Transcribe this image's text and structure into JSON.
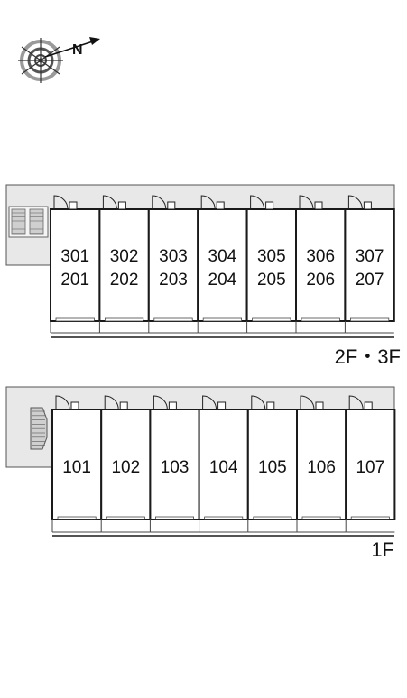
{
  "compass": {
    "icon": "compass-icon",
    "north_letter": "N"
  },
  "upper_block": {
    "floor_label": "2F・3F",
    "units": [
      {
        "upper": "301",
        "lower": "201"
      },
      {
        "upper": "302",
        "lower": "202"
      },
      {
        "upper": "303",
        "lower": "203"
      },
      {
        "upper": "304",
        "lower": "204"
      },
      {
        "upper": "305",
        "lower": "205"
      },
      {
        "upper": "306",
        "lower": "206"
      },
      {
        "upper": "307",
        "lower": "207"
      }
    ]
  },
  "lower_block": {
    "floor_label": "1F",
    "units": [
      {
        "label": "101"
      },
      {
        "label": "102"
      },
      {
        "label": "103"
      },
      {
        "label": "104"
      },
      {
        "label": "105"
      },
      {
        "label": "106"
      },
      {
        "label": "107"
      }
    ]
  },
  "colors": {
    "corridor": "#e8e8e8",
    "wall": "#1a1a1a",
    "stair": "#bfbfbf"
  }
}
